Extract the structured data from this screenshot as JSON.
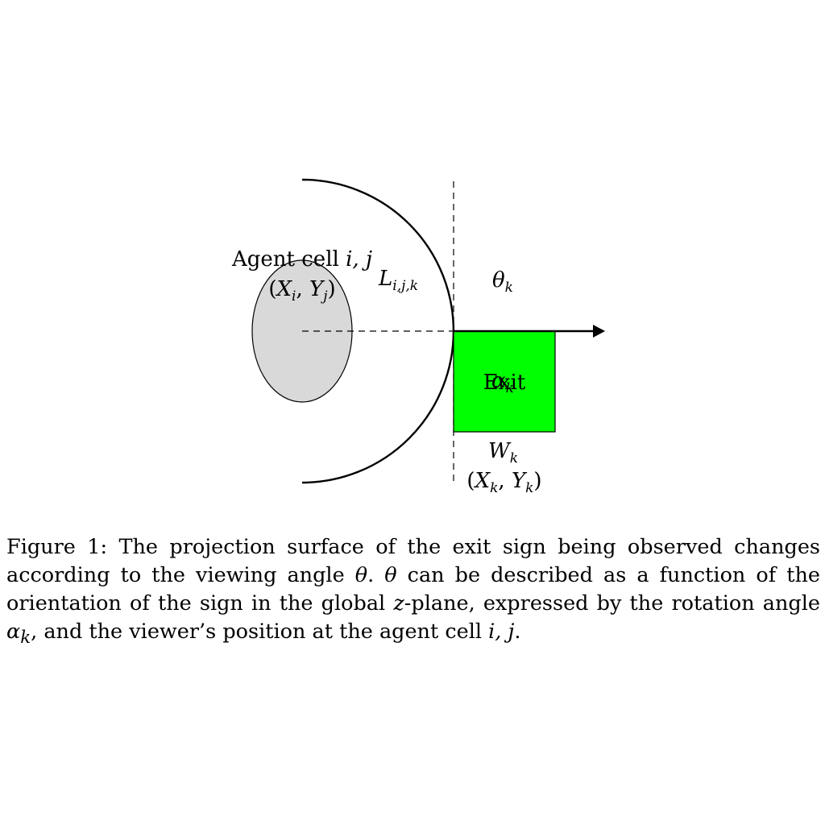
{
  "diagram": {
    "agent_label": "Agent cell",
    "agent_index": "i, j",
    "agent_pos_X": "X",
    "agent_pos_X_sub": "i",
    "agent_pos_Y": "Y",
    "agent_pos_Y_sub": "j",
    "distance_L": "L",
    "distance_L_sub": "i,j,k",
    "theta": "θ",
    "theta_sub": "k",
    "exit_text": "Exit",
    "alpha": "α",
    "alpha_sub": "k",
    "width_W": "W",
    "width_W_sub": "k",
    "exit_pos_X": "X",
    "exit_pos_X_sub": "k",
    "exit_pos_Y": "Y",
    "exit_pos_Y_sub": "k",
    "colors": {
      "agent_fill": "#d9d9d9",
      "exit_fill": "#00ff00",
      "stroke": "#000000"
    }
  },
  "caption": {
    "prefix": "Figure 1: The projection surface of the exit sign being observed changes according to the viewing angle ",
    "theta1": "θ",
    "mid1": ". ",
    "theta2": "θ",
    "mid2": " can be described as a function of the orientation of the sign in the global ",
    "z": "z",
    "mid3": "-plane, expressed by the rotation angle ",
    "alpha": "α",
    "alpha_sub": "k",
    "mid4": ", and the viewer’s position at the agent cell ",
    "ij": "i, j",
    "suffix": "."
  }
}
